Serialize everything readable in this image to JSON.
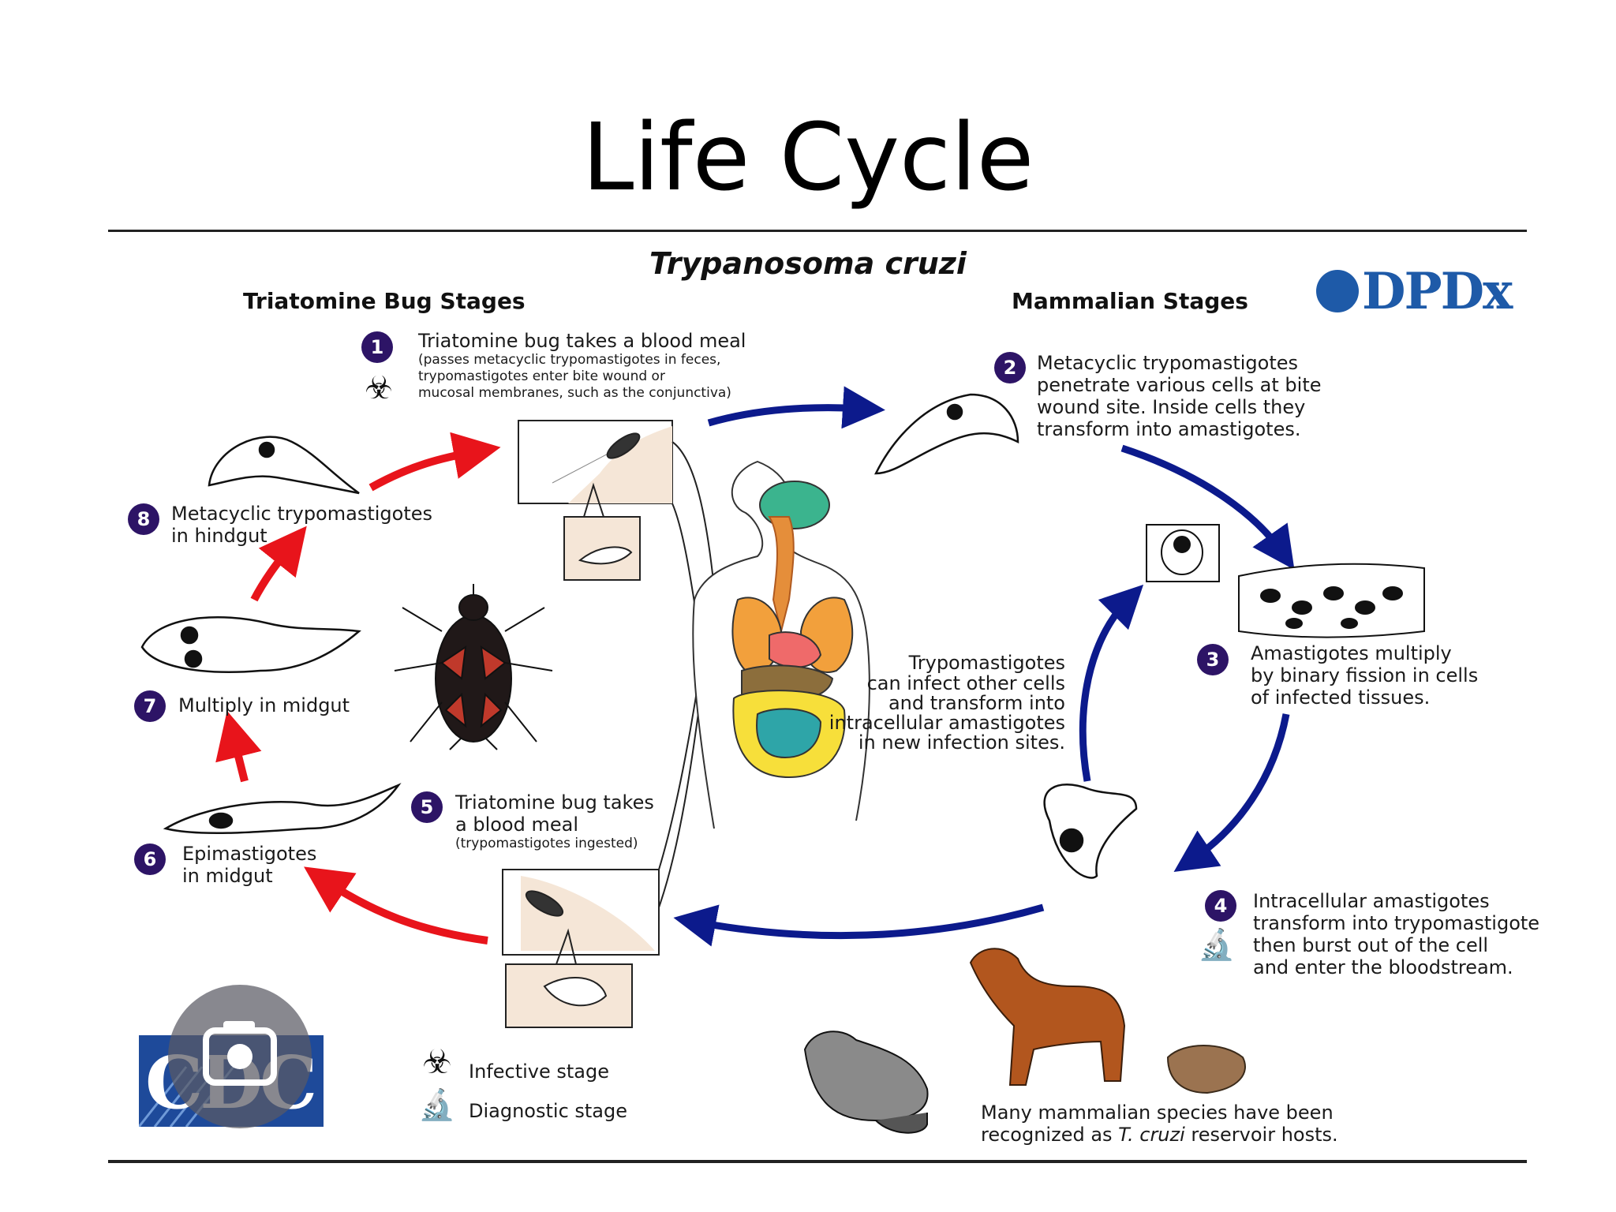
{
  "slide": {
    "title": "Life Cycle"
  },
  "figure": {
    "title": "Trypanosoma cruzi",
    "left_section": "Triatomine Bug Stages",
    "right_section": "Mammalian Stages",
    "logo_dpdx": "DPDx",
    "logo_cdc": "CDC"
  },
  "steps": {
    "s1": {
      "num": "1",
      "title": "Triatomine bug takes a blood meal",
      "detail": [
        "(passes metacyclic trypomastigotes in feces,",
        "trypomastigotes enter bite wound or",
        "mucosal membranes, such as the conjunctiva)"
      ]
    },
    "s2": {
      "num": "2",
      "lines": [
        "Metacyclic trypomastigotes",
        "penetrate various cells at bite",
        "wound site.  Inside cells they",
        "transform into amastigotes."
      ]
    },
    "s3": {
      "num": "3",
      "lines": [
        "Amastigotes multiply",
        "by binary fission in cells",
        "of infected tissues."
      ]
    },
    "s4": {
      "num": "4",
      "lines": [
        "Intracellular amastigotes",
        "transform into trypomastigote",
        "then burst out of the cell",
        "and enter the bloodstream."
      ]
    },
    "s5": {
      "num": "5",
      "lines": [
        "Triatomine bug takes",
        "a blood meal"
      ],
      "detail": "(trypomastigotes ingested)"
    },
    "s6": {
      "num": "6",
      "lines": [
        "Epimastigotes",
        "in midgut"
      ]
    },
    "s7": {
      "num": "7",
      "lines": [
        "Multiply in midgut"
      ]
    },
    "s8": {
      "num": "8",
      "lines": [
        "Metacyclic trypomastigotes",
        "in hindgut"
      ]
    }
  },
  "center_note": [
    "Trypomastigotes",
    "can infect other cells",
    "and transform into",
    "intracellular amastigotes",
    "in new infection sites."
  ],
  "reservoir_note": {
    "line1": "Many mammalian species have been",
    "line2_prefix": "recognized as ",
    "line2_italic": "T. cruzi",
    "line2_suffix": " reservoir hosts."
  },
  "legend": {
    "infective": "Infective stage",
    "diagnostic": "Diagnostic stage"
  },
  "colors": {
    "badge": "#2d1466",
    "triatomine_arrow": "#e8141b",
    "mammal_arrow": "#0c1a8c",
    "logo_blue": "#1e5aa8"
  },
  "icons": [
    "biohazard-icon",
    "microscope-icon",
    "camera-search-icon"
  ]
}
